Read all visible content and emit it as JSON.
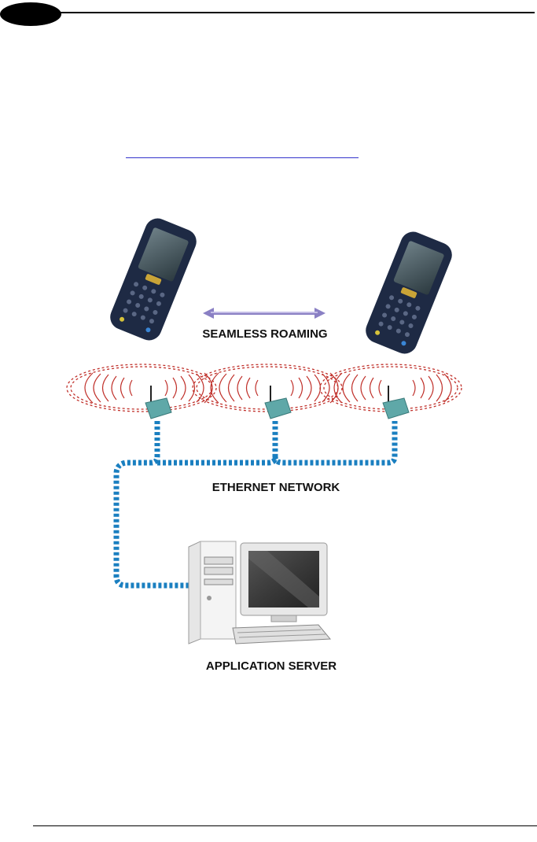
{
  "diagram": {
    "labels": {
      "roaming": "SEAMLESS ROAMING",
      "ethernet": "ETHERNET NETWORK",
      "server": "APPLICATION SERVER"
    },
    "colors": {
      "network_cable": "#1a7fc0",
      "coverage_ring": "#c0302a",
      "arrow": "#b8b0e0",
      "access_point": "#5fa8a8",
      "terminal_body": "#1e2a44"
    }
  }
}
